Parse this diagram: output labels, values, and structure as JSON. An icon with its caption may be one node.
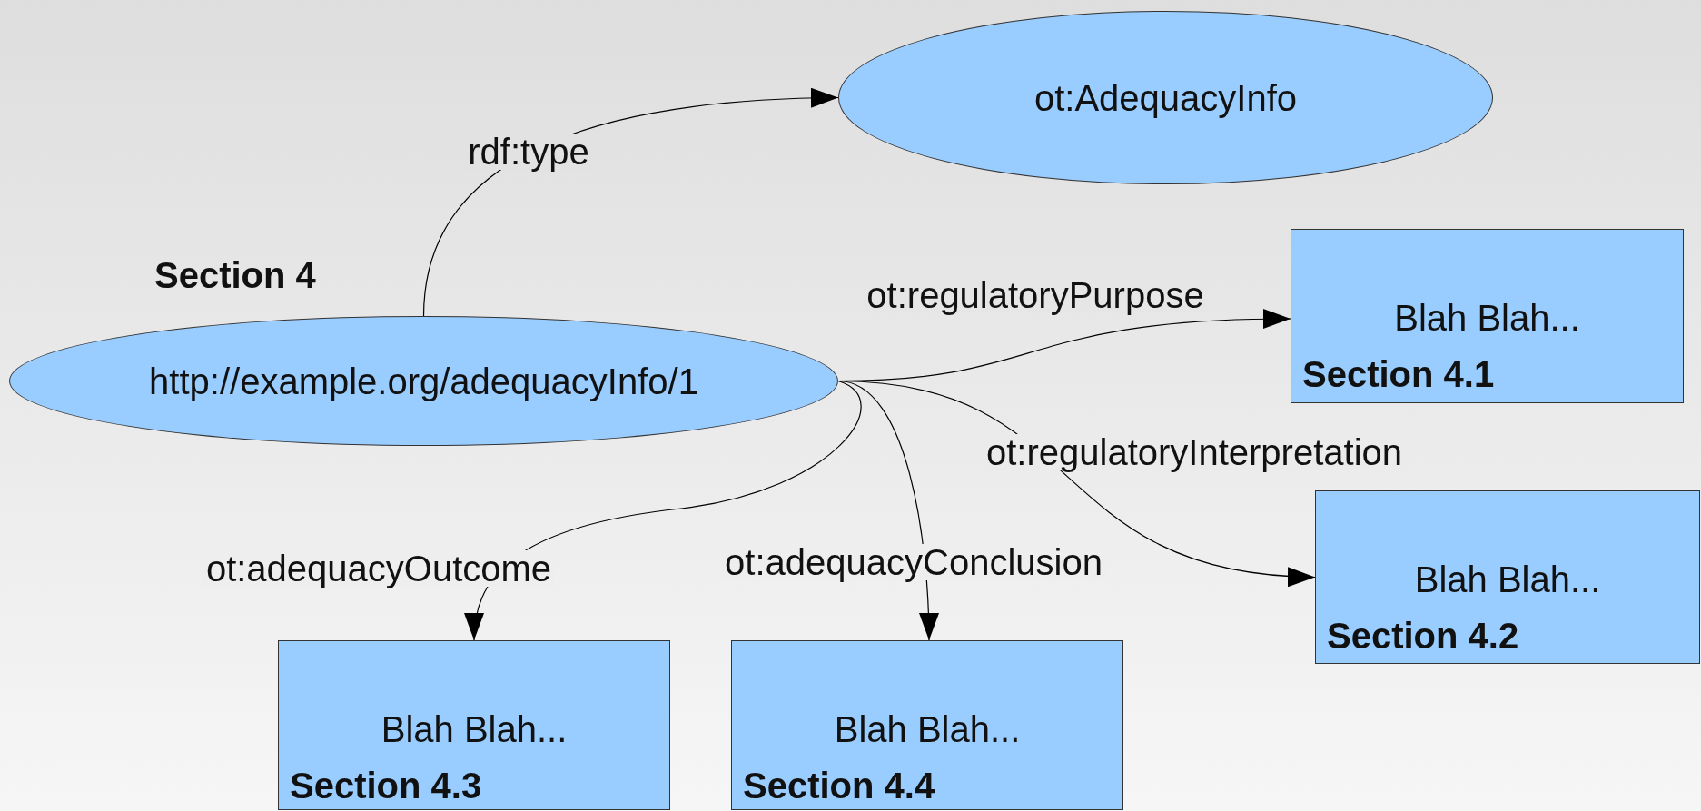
{
  "diagram": {
    "nodes": [
      {
        "text": [
          "ot:AdequacyInfo"
        ]
      },
      {
        "text": [
          "Section 4",
          "http://example.org/adequacyInfo/1"
        ]
      },
      {
        "text": [
          "Blah Blah...",
          "Section 4.1"
        ]
      },
      {
        "text": [
          "Blah Blah...",
          "Section 4.2"
        ]
      },
      {
        "text": [
          "Blah Blah...",
          "Section 4.3"
        ]
      },
      {
        "text": [
          "Blah Blah...",
          "Section 4.4"
        ]
      }
    ],
    "edges": [
      {
        "from": 1,
        "to": 0,
        "arrow": "to",
        "label": "rdf:type"
      },
      {
        "from": 1,
        "to": 2,
        "arrow": "to",
        "label": "ot:regulatoryPurpose"
      },
      {
        "from": 1,
        "to": 3,
        "arrow": "to",
        "label": "ot:regulatoryInterpretation"
      },
      {
        "from": 1,
        "to": 4,
        "arrow": "to",
        "label": "ot:adequacyOutcome"
      },
      {
        "from": 1,
        "to": 5,
        "arrow": "to",
        "label": "ot:adequacyConclusion"
      }
    ]
  }
}
